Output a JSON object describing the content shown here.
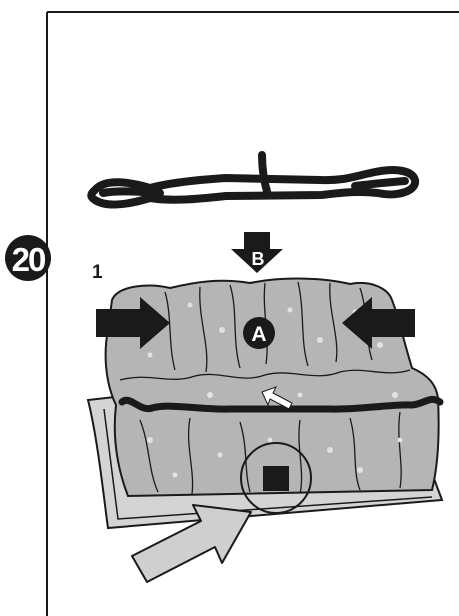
{
  "step": {
    "number": "20",
    "substep": "1"
  },
  "labels": {
    "a": "A",
    "b": "B"
  },
  "colors": {
    "ink": "#1a1a1a",
    "bag_fill": "#b5b5b5",
    "base_fill": "#d4d4d4",
    "pointer_fill": "#cfcfcf"
  }
}
